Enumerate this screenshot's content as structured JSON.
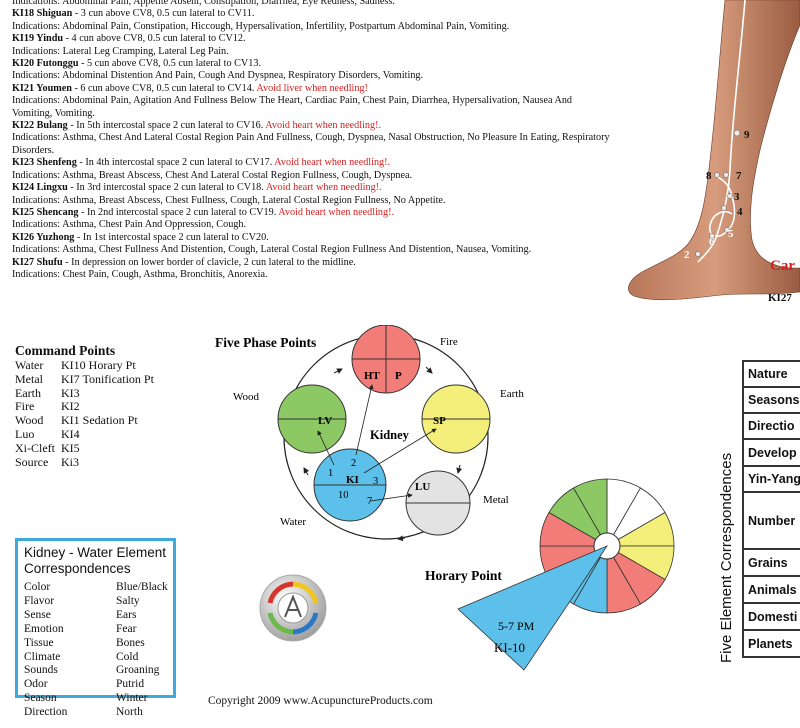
{
  "points": [
    {
      "ind": "Indications: Abdominal Pain, Appetite Absent, Constipation, Diarrhea, Eye Redness, Sadness."
    },
    {
      "code": "KI18 Shiguan",
      "desc": " - 3 cun above CV8, 0.5 cun lateral to CV11."
    },
    {
      "ind": "Indications:  Abdominal Pain, Constipation, Hiccough, Hypersalivation, Infertility, Postpartum Abdominal Pain, Vomiting."
    },
    {
      "code": "KI19 Yindu",
      "desc": " - 4 cun above CV8, 0.5 cun lateral to CV12."
    },
    {
      "ind": "Indications:  Lateral Leg Cramping, Lateral Leg Pain."
    },
    {
      "code": "KI20 Futonggu",
      "desc": " - 5 cun above CV8, 0.5 cun lateral to CV13."
    },
    {
      "ind": "Indications:  Abdominal Distention And Pain, Cough And Dyspnea, Respiratory Disorders, Vomiting."
    },
    {
      "code": "KI21 Youmen",
      "desc": " - 6 cun above CV8, 0.5 cun lateral to CV14. ",
      "warn": "Avoid liver when needling!"
    },
    {
      "ind": "Indications: Abdominal Pain, Agitation And Fullness Below The Heart, Cardiac Pain, Chest Pain, Diarrhea, Hypersalivation, Nausea And Vomiting, Vomiting.",
      "wrap": true
    },
    {
      "code": "KI22 Bulang",
      "desc": " - In 5th intercostal space 2 cun lateral to CV16. ",
      "warn": "Avoid heart when needling!."
    },
    {
      "ind": "Indications: Asthma, Chest And Lateral Costal Region Pain And Fullness, Cough, Dyspnea, Nasal Obstruction, No Pleasure In Eating, Respiratory Disorders.",
      "wrap": true
    },
    {
      "code": "KI23 Shenfeng",
      "desc": " - In 4th  intercostal space 2 cun lateral to CV17. ",
      "warn": "Avoid heart when needling!."
    },
    {
      "ind": "Indications: Asthma, Breast Abscess, Chest And Lateral Costal Region Fullness, Cough, Dyspnea."
    },
    {
      "code": "KI24 Lingxu",
      "desc": " - In 3rd intercostal space 2 cun lateral to CV18. ",
      "warn": "Avoid heart when needling!."
    },
    {
      "ind": "Indications: Asthma, Breast Abscess, Chest Fullness, Cough, Lateral Costal Region Fullness, No Appetite."
    },
    {
      "code": "KI25 Shencang",
      "desc": " - In 2nd intercostal space 2 cun lateral to CV19. ",
      "warn": "Avoid heart when needling!."
    },
    {
      "ind": "Indications: Asthma, Chest Pain And Oppression, Cough."
    },
    {
      "code": "KI26 Yuzhong",
      "desc": " - In 1st intercostal space 2 cun lateral to CV20."
    },
    {
      "ind": "Indications: Asthma, Chest Fullness And Distention, Cough, Lateral Costal Region Fullness And Distention, Nausea, Vomiting."
    },
    {
      "code": "KI27 Shufu",
      "desc": " - In depression on lower border of clavicle, 2 cun lateral to the midline."
    },
    {
      "ind": "Indications: Chest Pain, Cough, Asthma, Bronchitis, Anorexia."
    }
  ],
  "command_points": {
    "title": "Command Points",
    "rows": [
      [
        "Water",
        "KI10 Horary Pt"
      ],
      [
        "Metal",
        "KI7 Tonification Pt"
      ],
      [
        "Earth",
        "KI3"
      ],
      [
        "Fire",
        "KI2"
      ],
      [
        "Wood",
        "KI1 Sedation Pt"
      ],
      [
        "Luo",
        "KI4"
      ],
      [
        "Xi-Cleft",
        "KI5"
      ],
      [
        "Source",
        "Ki3"
      ]
    ]
  },
  "correspondences": {
    "title": "Kidney - Water Element Correspondences",
    "rows": [
      [
        "Color",
        "Blue/Black"
      ],
      [
        "Flavor",
        "Salty"
      ],
      [
        "Sense",
        "Ears"
      ],
      [
        "Emotion",
        "Fear"
      ],
      [
        "Tissue",
        "Bones"
      ],
      [
        "Climate",
        "Cold"
      ],
      [
        "Sounds",
        "Groaning"
      ],
      [
        "Odor",
        "Putrid"
      ],
      [
        "Season",
        "Winter"
      ],
      [
        "Direction",
        "North"
      ]
    ]
  },
  "five_phase": {
    "title": "Five Phase Points",
    "center_label": "Kidney",
    "elements": [
      {
        "name": "Fire",
        "organs": [
          "HT",
          "P"
        ],
        "color": "#f27c78"
      },
      {
        "name": "Earth",
        "organ": "SP",
        "color": "#f3ef7a"
      },
      {
        "name": "Metal",
        "organ": "LU",
        "color": "#e3e3e3"
      },
      {
        "name": "Water",
        "organ": "KI",
        "color": "#5cc0ea"
      },
      {
        "name": "Wood",
        "organ": "LV",
        "color": "#8cc864"
      }
    ],
    "point_numbers": [
      "1",
      "2",
      "3",
      "7",
      "10"
    ]
  },
  "horary": {
    "title": "Horary Point",
    "time": "5-7 PM",
    "point": "KI-10",
    "colors": {
      "wood": "#8cc864",
      "fire": "#f27c78",
      "earth": "#f3ef7a",
      "metal": "#ffffff",
      "water": "#5cc0ea"
    }
  },
  "five_element_table": {
    "vertical_title": "Five Element Correspondences",
    "rows": [
      "Nature",
      "Seasons",
      "Directio",
      "Develop",
      "Yin-Yang",
      "Number",
      "Grains",
      "Animals",
      "Domesti",
      "Planets"
    ]
  },
  "leg_points": [
    "9",
    "8",
    "7",
    "3",
    "4",
    "5",
    "6",
    "2"
  ],
  "chart_caption_cut": "Car",
  "chart_sub_cut": "KI27",
  "copyright": "Copyright 2009 www.AcupunctureProducts.com",
  "accent_colors": {
    "warning": "#d42020",
    "box_border": "#3ea9dc"
  }
}
